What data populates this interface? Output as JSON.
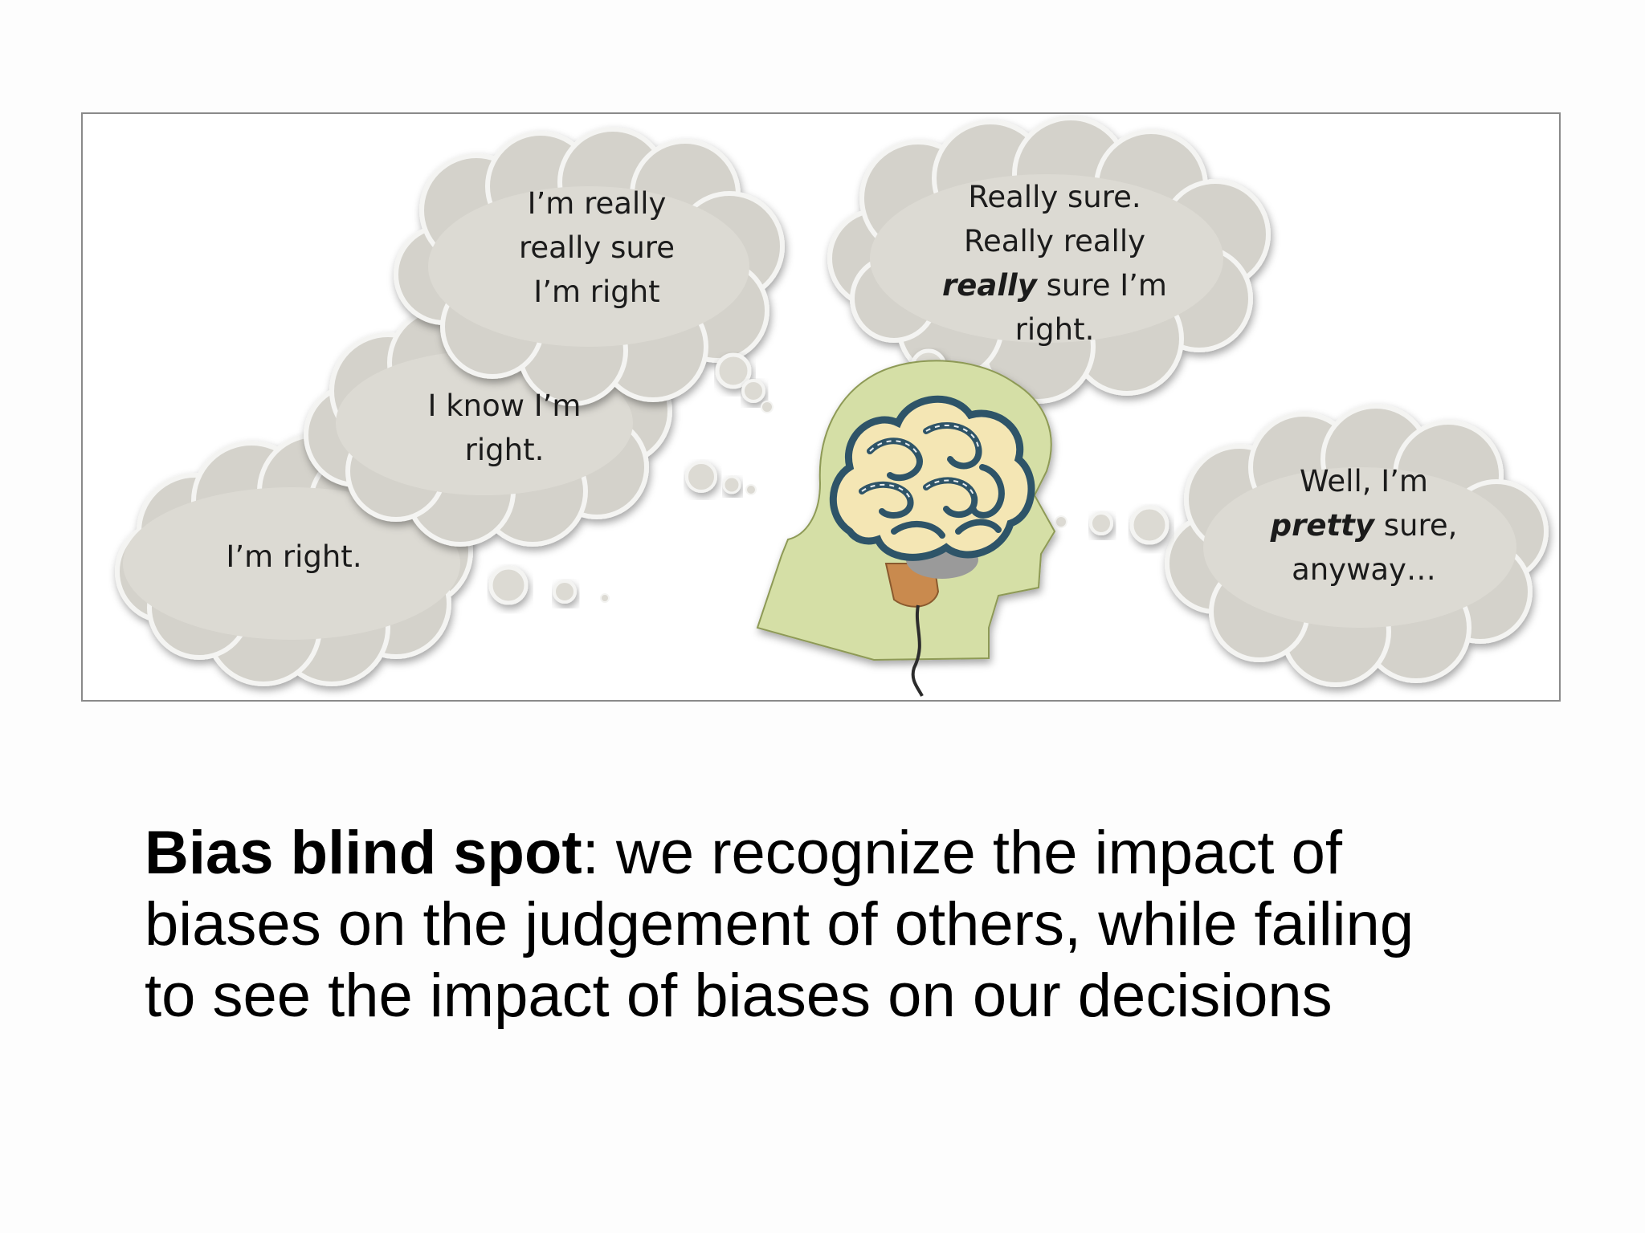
{
  "bubbles": {
    "b1": {
      "lines": [
        "I’m right."
      ]
    },
    "b2": {
      "lines": [
        "I know I’m",
        "right."
      ]
    },
    "b3": {
      "lines": [
        "I’m really",
        "really sure",
        "I’m right"
      ]
    },
    "b4": {
      "line1": "Really sure.",
      "line2": "Really really",
      "line3_emph": "really",
      "line3_rest": " sure I’m",
      "line4": "right."
    },
    "b5": {
      "line1": "Well, I’m",
      "line2_emph": "pretty",
      "line2_rest": " sure,",
      "line3": "anyway…"
    }
  },
  "caption": {
    "term": "Bias blind spot",
    "line1_rest": ": we recognize the impact of",
    "line2": "biases on the judgement of others, while failing",
    "line3": "to see the impact of biases on our decisions"
  },
  "colors": {
    "cloud_fill": "#dcdad3",
    "head_fill": "#d5dfa6",
    "brain_fill": "#f4e6b4",
    "brain_outline": "#2e5468",
    "brainstem": "#c98a4e"
  },
  "icons": [
    "thought-cloud",
    "head-silhouette",
    "brain"
  ]
}
